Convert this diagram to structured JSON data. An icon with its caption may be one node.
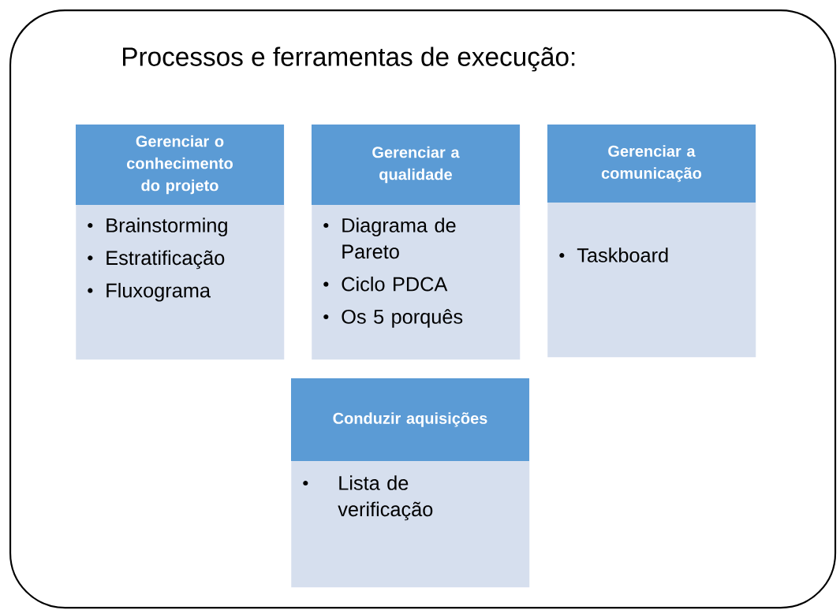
{
  "diagram": {
    "nodes": [
      {
        "text": [
          "Processos e ferramentas de execução:"
        ]
      },
      {
        "text": [
          "Gerenciar o conhecimento do projeto",
          "Brainstorming",
          "Estratificação",
          "Fluxograma"
        ],
        "in": 0
      },
      {
        "text": [
          "Gerenciar a qualidade",
          "Diagrama de Pareto",
          "Ciclo PDCA",
          "Os 5 porquês"
        ],
        "in": 0
      },
      {
        "text": [
          "Gerenciar a comunicação",
          "Taskboard"
        ],
        "in": 0
      },
      {
        "text": [
          "Conduzir aquisições",
          "Lista de verificação"
        ],
        "in": 0
      }
    ]
  }
}
